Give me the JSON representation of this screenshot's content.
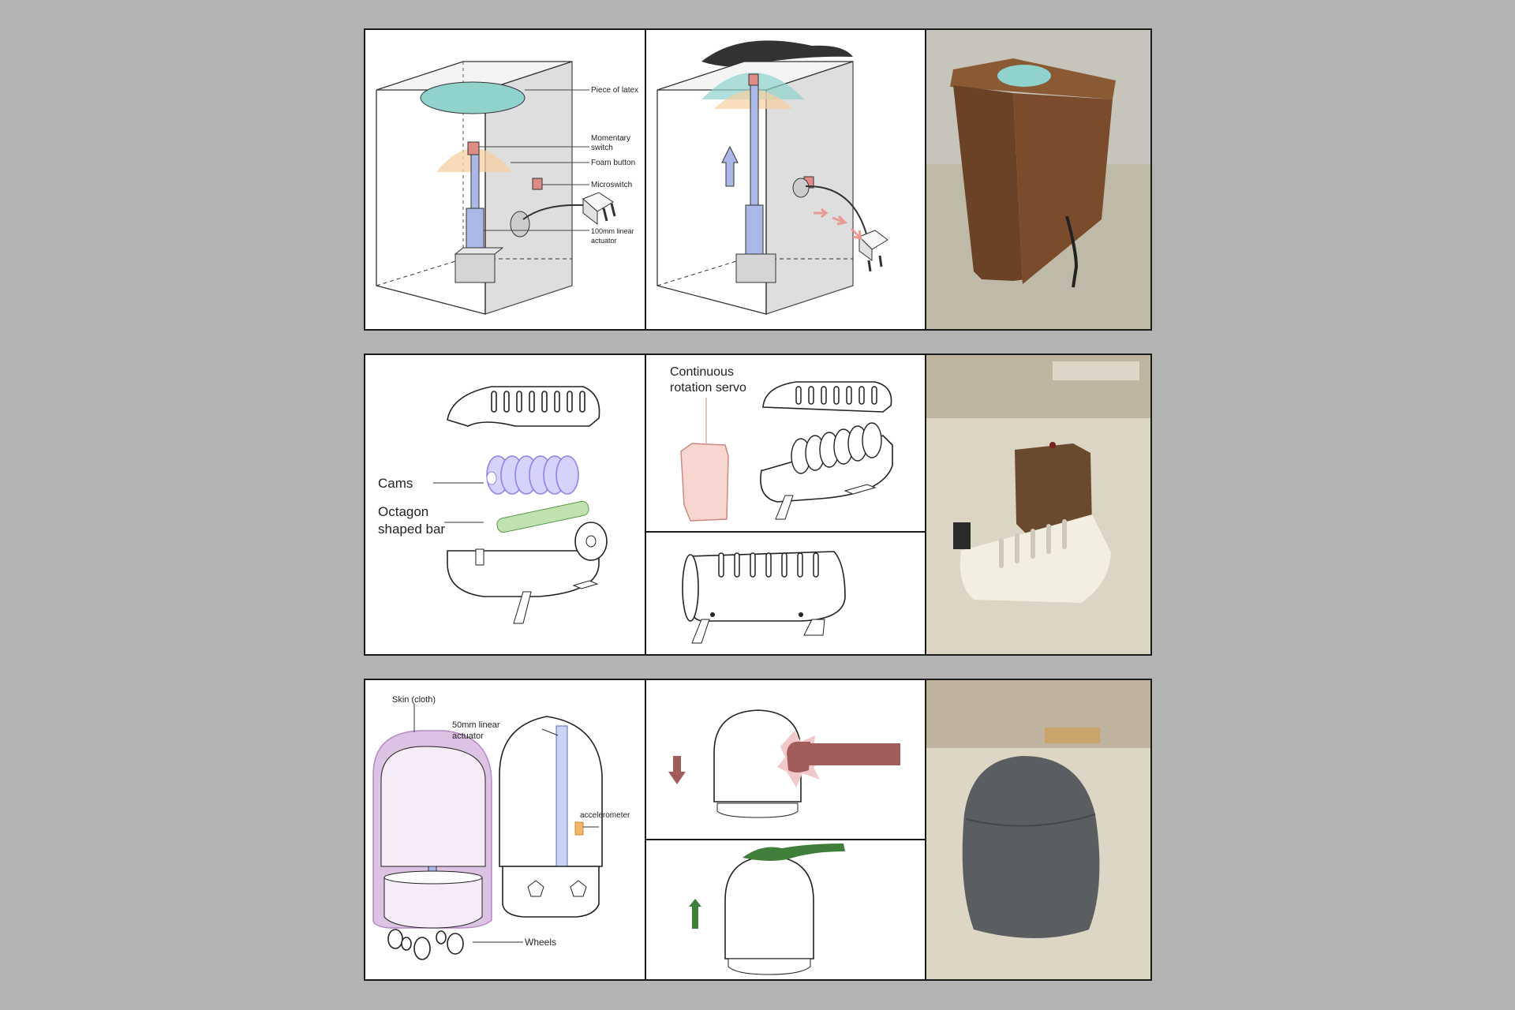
{
  "colors": {
    "background": "#b3b3b3",
    "latex": "#8fd3cc",
    "actuator": "#a9b8e6",
    "foam": "#f6cfa0",
    "switch": "#e08c86",
    "red_arrow": "#e89a94",
    "skin": "#dcc2e3",
    "cams": "#b6b0f0",
    "bar": "#bfe2b0",
    "servo": "#e7a49a",
    "accelerometer": "#f2b66b",
    "brown_hit": "#a35c5c",
    "green_pet": "#3f7f3a"
  },
  "rows": [
    {
      "labels": {
        "latex": "Piece of latex",
        "momentary": "Momentary",
        "momentary2": "switch",
        "foam": "Foam button",
        "micro": "Microswitch",
        "actuator": "100mm linear",
        "actuator2": "actuator"
      },
      "photo": "wooden-box-photo"
    },
    {
      "labels": {
        "cams": "Cams",
        "octagon": "Octagon",
        "octagon2": "shaped bar",
        "servo": "Continuous",
        "servo2": "rotation servo"
      },
      "photo": "cam-tube-photo"
    },
    {
      "labels": {
        "skin": "Skin (cloth)",
        "linear": "50mm linear",
        "linear2": "actuator",
        "accel": "accelerometer",
        "wheels": "Wheels"
      },
      "photo": "cloth-robot-photo"
    }
  ]
}
